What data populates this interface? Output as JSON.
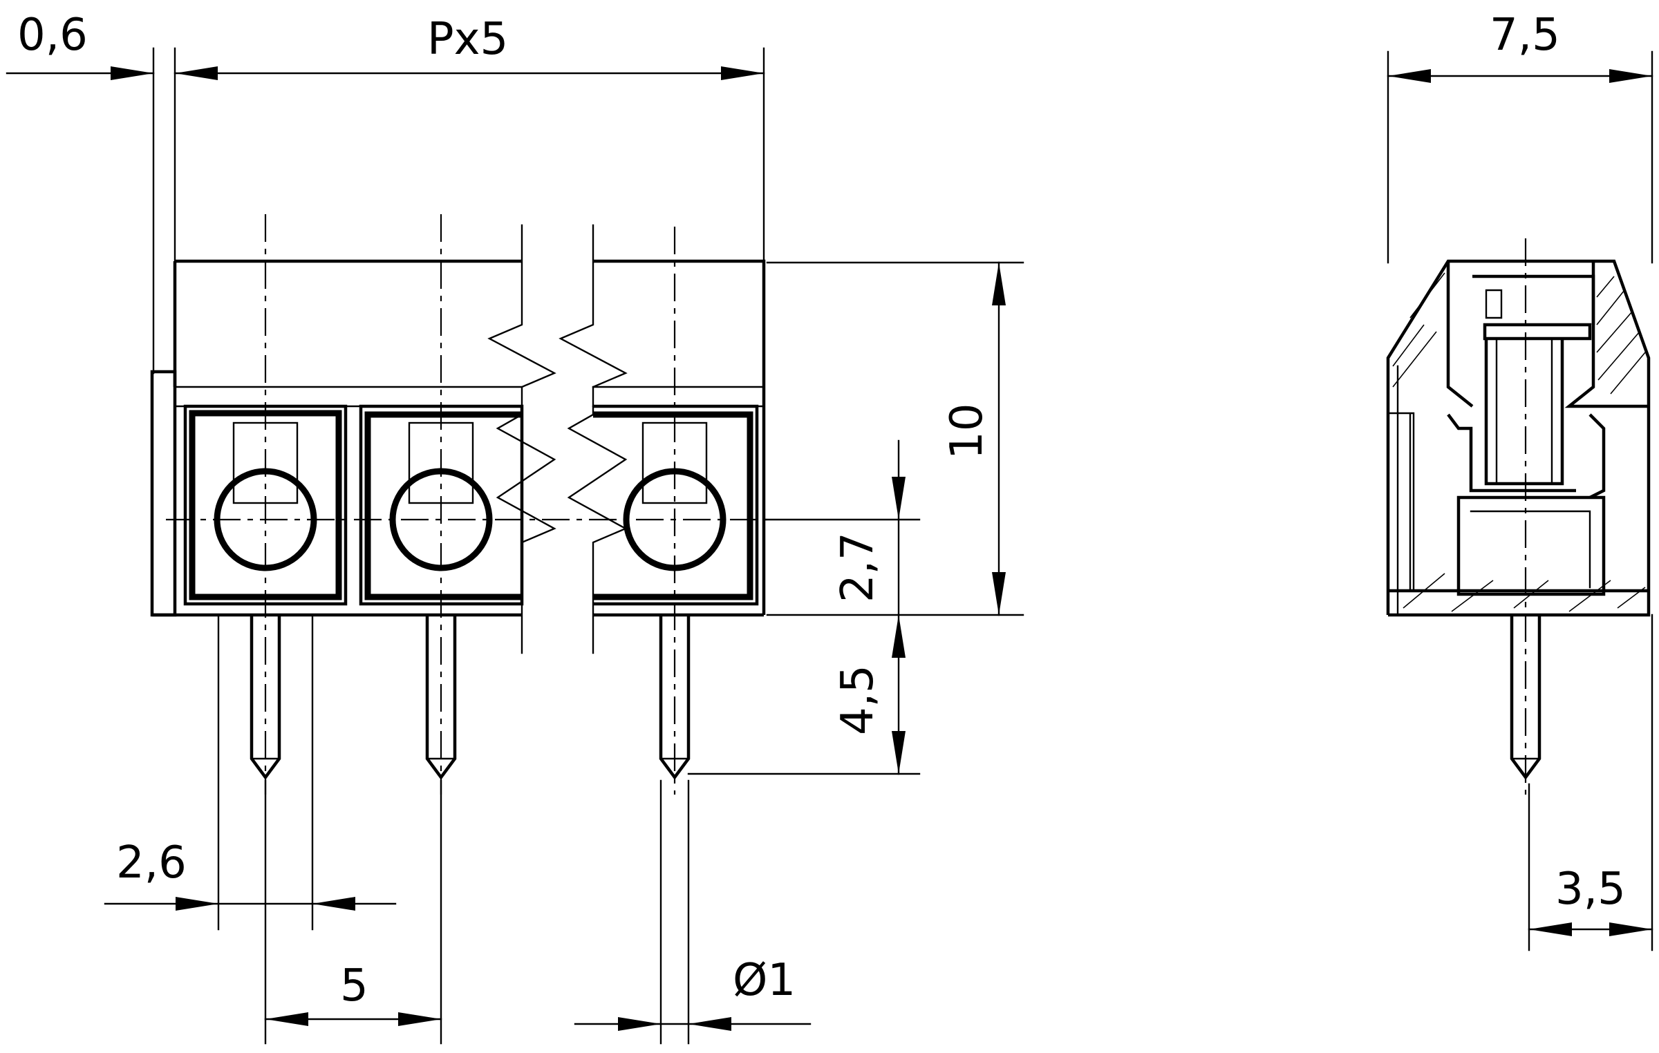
{
  "dimensions": {
    "offset": "0,6",
    "length": "Px5",
    "depth": "7,5",
    "height": "10",
    "pin_center": "2,7",
    "pin_length": "4,5",
    "body_width": "2,6",
    "pitch": "5",
    "pin_diameter": "Ø1",
    "side_offset": "3,5"
  }
}
